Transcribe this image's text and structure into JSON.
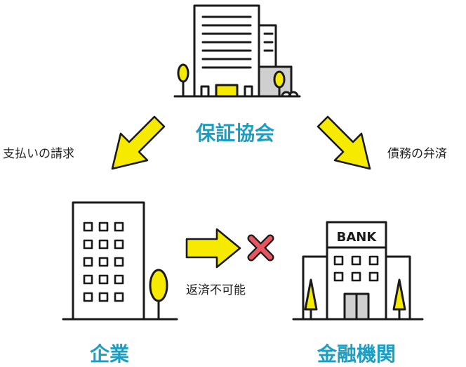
{
  "nodes": {
    "guarantee": "保証協会",
    "company": "企業",
    "bank": "金融機関"
  },
  "bank_sign": "BANK",
  "edges": {
    "claim": "支払いの請求",
    "repay_debt": "債務の弁済",
    "no_repay": "返済不可能"
  },
  "colors": {
    "title": "#1a9ec4",
    "arrow": "#f5ea00",
    "cross": "#e9545f",
    "line": "#1a1a1a",
    "gray": "#cfcfcf"
  }
}
